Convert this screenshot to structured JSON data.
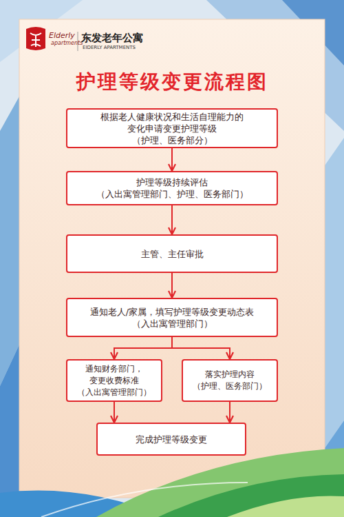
{
  "diagram": {
    "title": "护理等级变更流程图",
    "nodes": [
      {
        "text": [
          "根据老人健康状况和生活自理能力的 变化申请变更护理等级",
          "（护理、医务部分）"
        ]
      },
      {
        "text": [
          "护理等级持续评估",
          "（入出寓管理部门、护理、医务部门）"
        ]
      },
      {
        "text": [
          "主管、主任审批"
        ]
      },
      {
        "text": [
          "通知老人/家属，填写护理等级变更动态表",
          "（入出寓管理部门）"
        ]
      },
      {
        "text": [
          "通知财务部门， 变更收费标准",
          "（入出寓管理部门）"
        ]
      },
      {
        "text": [
          "落实护理内容",
          "（护理、医务部门）"
        ]
      },
      {
        "text": [
          "完成护理等级变更"
        ]
      }
    ],
    "edges": [
      {
        "from": 0,
        "to": 1,
        "arrow": "to"
      },
      {
        "from": 1,
        "to": 2,
        "arrow": "to"
      },
      {
        "from": 2,
        "to": 3,
        "arrow": "to"
      },
      {
        "from": 3,
        "to": 4,
        "arrow": "to"
      },
      {
        "from": 3,
        "to": 5,
        "arrow": "to"
      },
      {
        "from": 4,
        "to": 6,
        "arrow": "to"
      },
      {
        "from": 5,
        "to": 6,
        "arrow": "to"
      }
    ],
    "labels": [
      "Elderly",
      "apartments",
      "东发老年公寓",
      "EIDERLY APARTMENTS"
    ]
  }
}
